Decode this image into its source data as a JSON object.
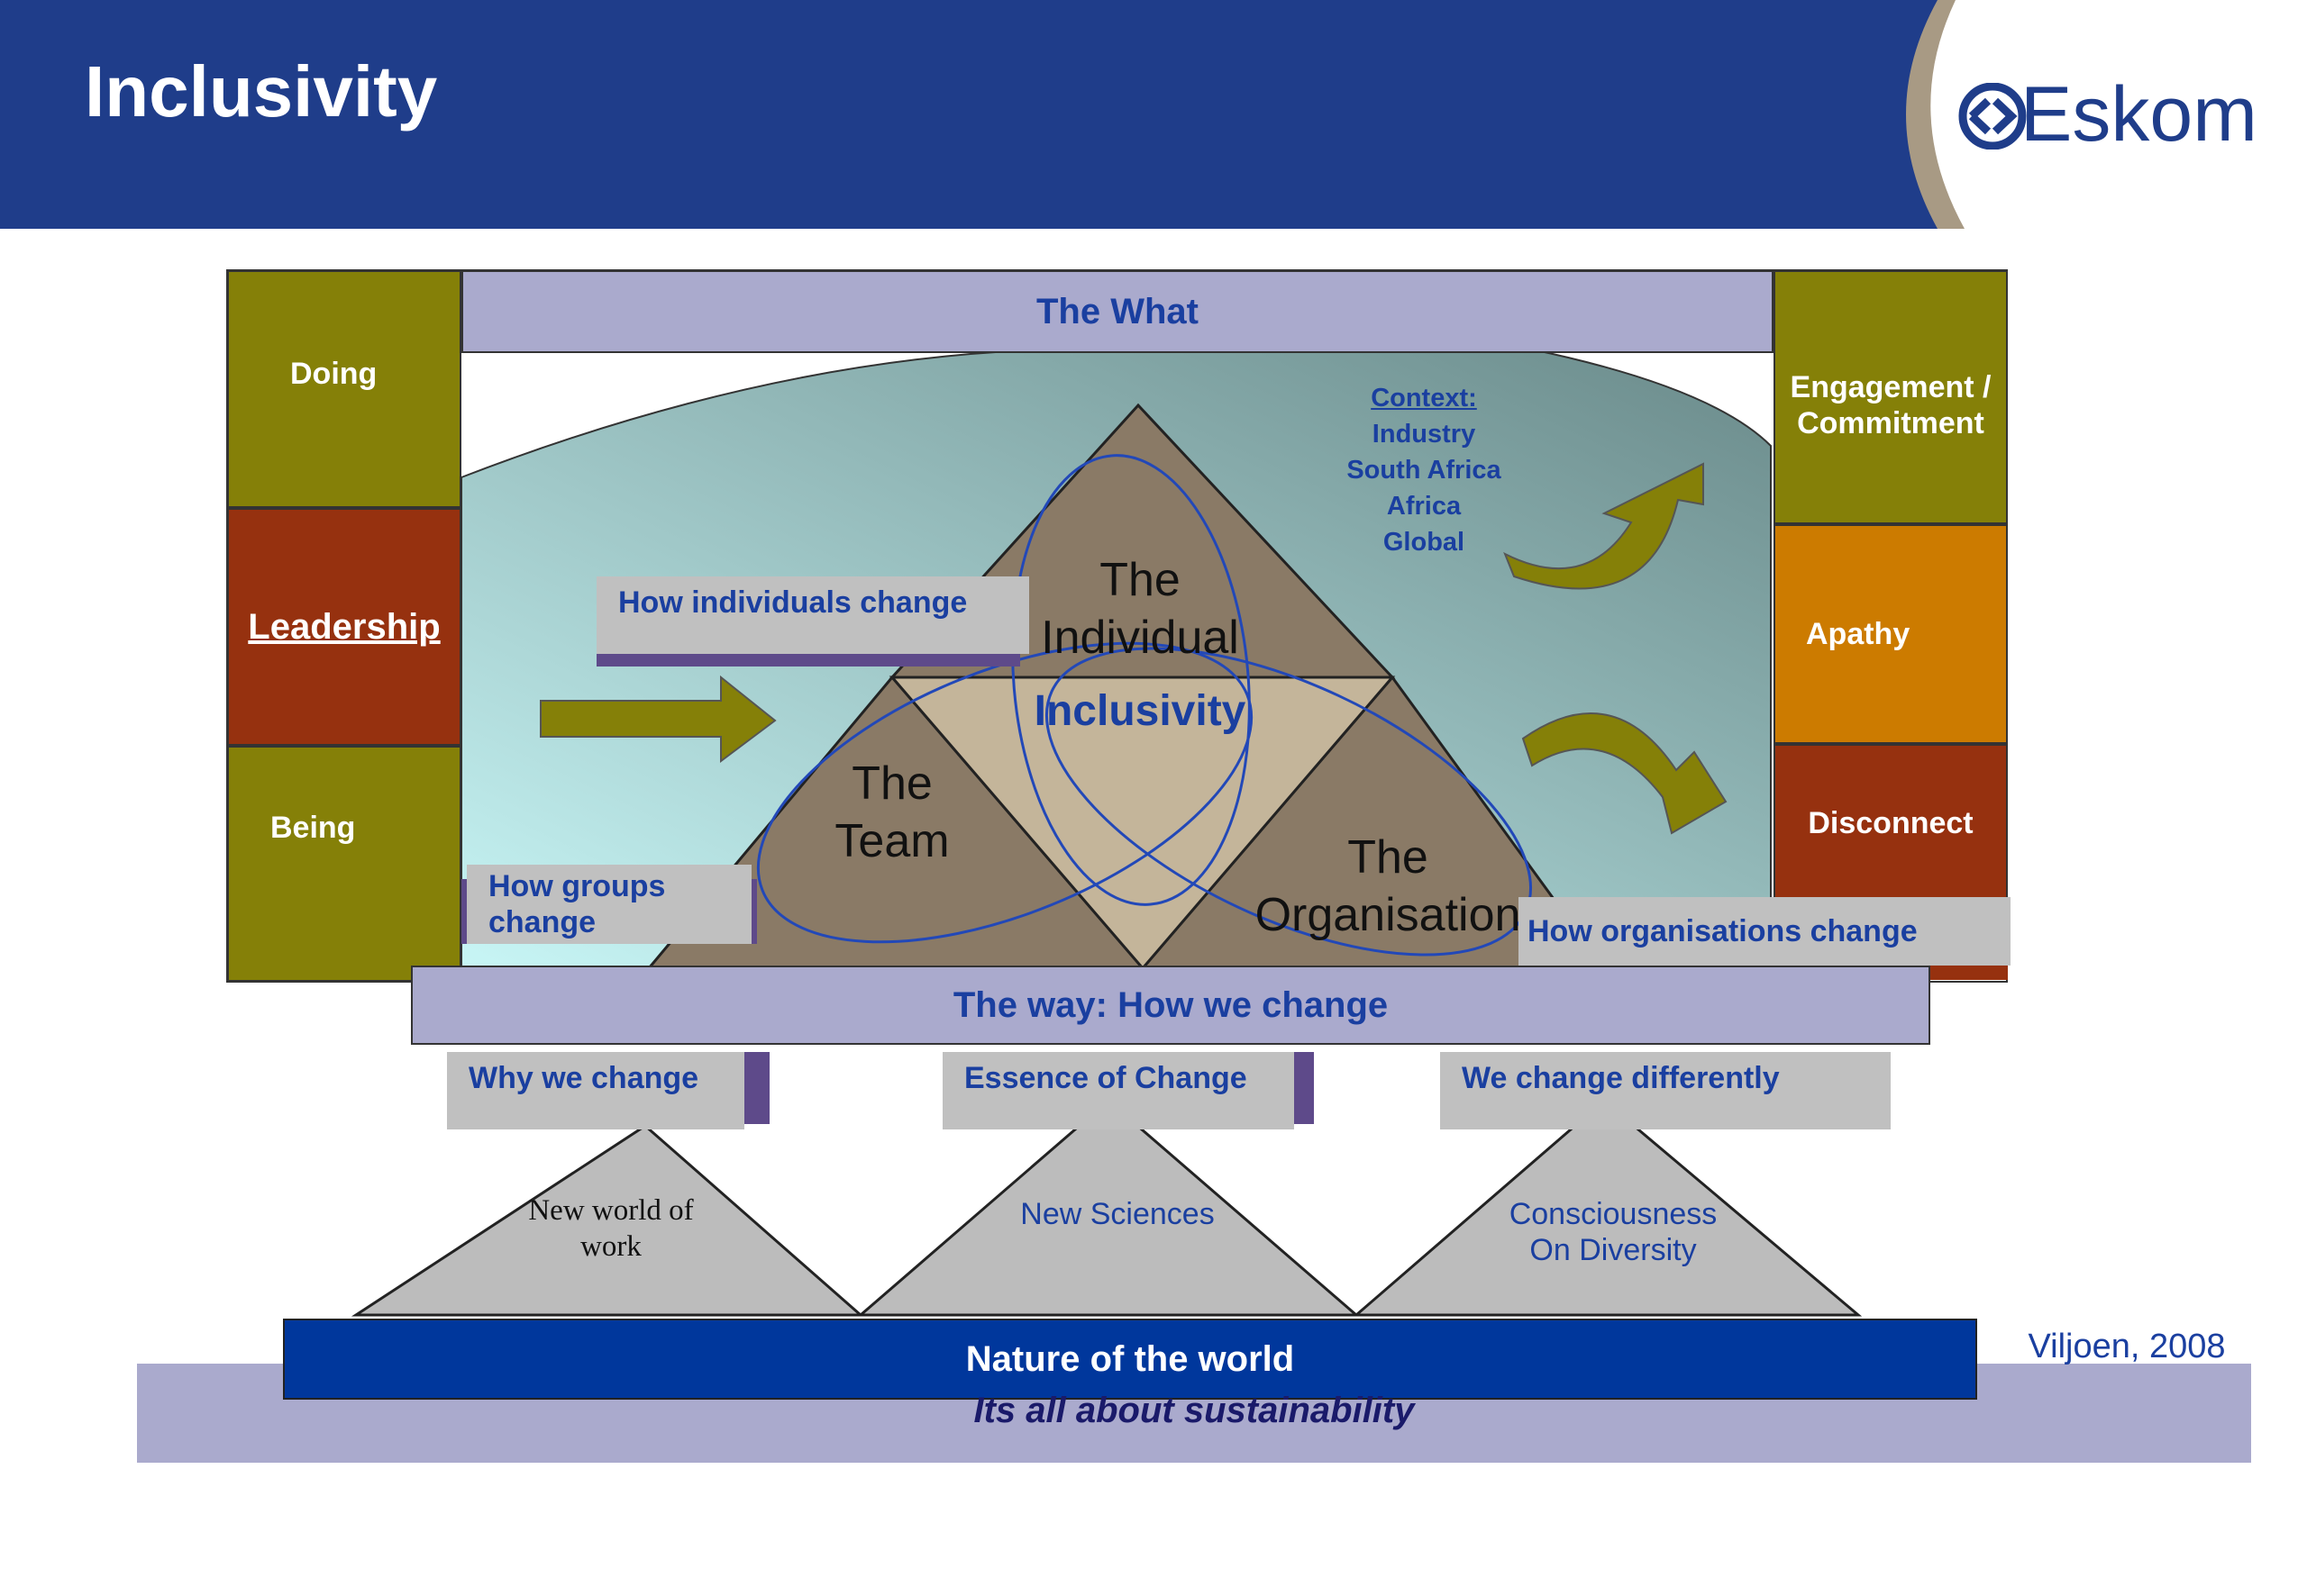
{
  "title": "Inclusivity",
  "logo": {
    "text": "Eskom",
    "icon": "eskom-logo-icon"
  },
  "colors": {
    "header": "#1f3d8a",
    "olive": "#858008",
    "rust": "#96310f",
    "orange": "#cc7b00",
    "lavender": "#aaaacd",
    "blue_text": "#1a3fa0",
    "nature_bar": "#00379c"
  },
  "diagram": {
    "top_bar": "The What",
    "left_column": [
      "Doing",
      "Leadership",
      "Being"
    ],
    "right_column": [
      "Engagement / Commitment",
      "Apathy",
      "Disconnect"
    ],
    "context": {
      "heading": "Context:",
      "lines": [
        "Industry",
        "South Africa",
        "Africa",
        "Global"
      ]
    },
    "triangle": {
      "top": "The Individual",
      "left": "The Team",
      "right": "The Organisation",
      "center": "Inclusivity"
    },
    "labels": {
      "individuals": "How individuals change",
      "groups": "How groups change",
      "organisations": "How organisations change"
    },
    "way_bar": "The way: How we change",
    "pillars": [
      "Why we change",
      "Essence of Change",
      "We change differently"
    ],
    "foundations": [
      "New world of work",
      "New Sciences",
      "Consciousness On Diversity"
    ],
    "nature_bar": "Nature of the world",
    "sustainability": "Its all about sustainability",
    "citation": "Viljoen, 2008"
  }
}
